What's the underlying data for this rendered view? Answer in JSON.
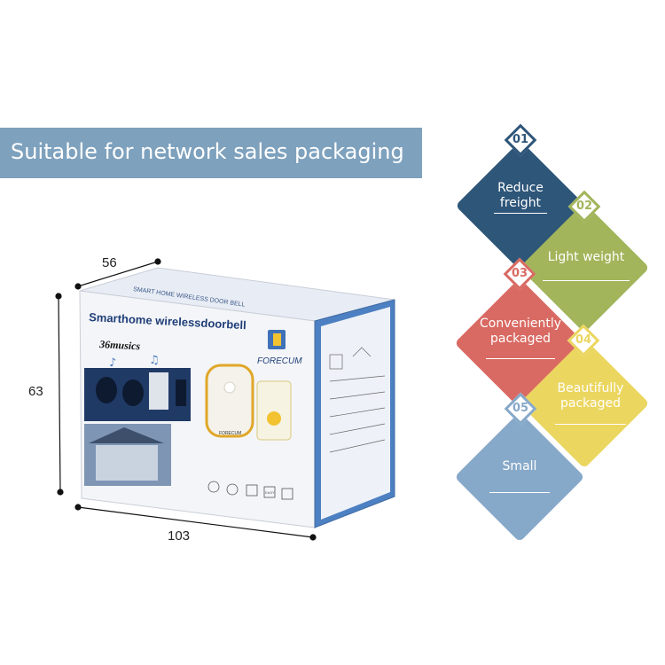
{
  "banner": {
    "title": "Suitable for network sales packaging"
  },
  "dimensions": {
    "depth": "56",
    "height": "63",
    "width": "103"
  },
  "product_box": {
    "top_text": "SMART HOME WIRELESS DOOR BELL",
    "title": "Smarthome wirelessdoorbell",
    "subtitle": "36musics",
    "brand": "FORECUM",
    "device_label": "FORECUM",
    "feature_icons": [
      "temperature-icon",
      "settings-icon",
      "power-icon",
      "easy-icon",
      "check-icon"
    ],
    "feature_labels": [
      "EASY"
    ],
    "side_panel_icons": [
      "doorbell-icon",
      "house-icon"
    ]
  },
  "features": [
    {
      "number": "01",
      "label": "Reduce\nfreight",
      "color": "#2e5679"
    },
    {
      "number": "02",
      "label": "Light weight",
      "color": "#a2b55a"
    },
    {
      "number": "03",
      "label": "Conveniently\npackaged",
      "color": "#d96a63"
    },
    {
      "number": "04",
      "label": "Beautifully\npackaged",
      "color": "#ebd660"
    },
    {
      "number": "05",
      "label": "Small",
      "color": "#87a9c9"
    }
  ]
}
